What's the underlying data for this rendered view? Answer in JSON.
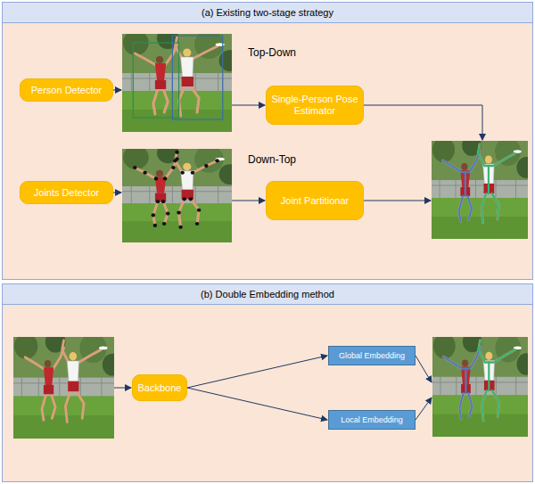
{
  "diagram": {
    "nodes": [
      {
        "text": [
          "(a) Existing two-stage strategy"
        ]
      },
      {
        "text": [
          "Person Detector"
        ],
        "in": 0
      },
      {
        "text": [
          "Single-Person Pose Estimator"
        ],
        "in": 0
      },
      {
        "text": [
          "Joints Detector"
        ],
        "in": 0
      },
      {
        "text": [
          "Joint Partitionar"
        ],
        "in": 0
      },
      {
        "text": [
          "(b) Double Embedding method"
        ]
      },
      {
        "text": [
          "Backbone"
        ],
        "in": 5
      },
      {
        "text": [
          "Global Embedding"
        ],
        "in": 5
      },
      {
        "text": [
          "Local Embedding"
        ],
        "in": 5
      }
    ],
    "edges": [
      {
        "from": 6,
        "to": 7,
        "arrow": "to"
      },
      {
        "from": 6,
        "to": 8,
        "arrow": "to"
      }
    ],
    "labels": [
      "Top-Down",
      "Down-Top"
    ]
  }
}
